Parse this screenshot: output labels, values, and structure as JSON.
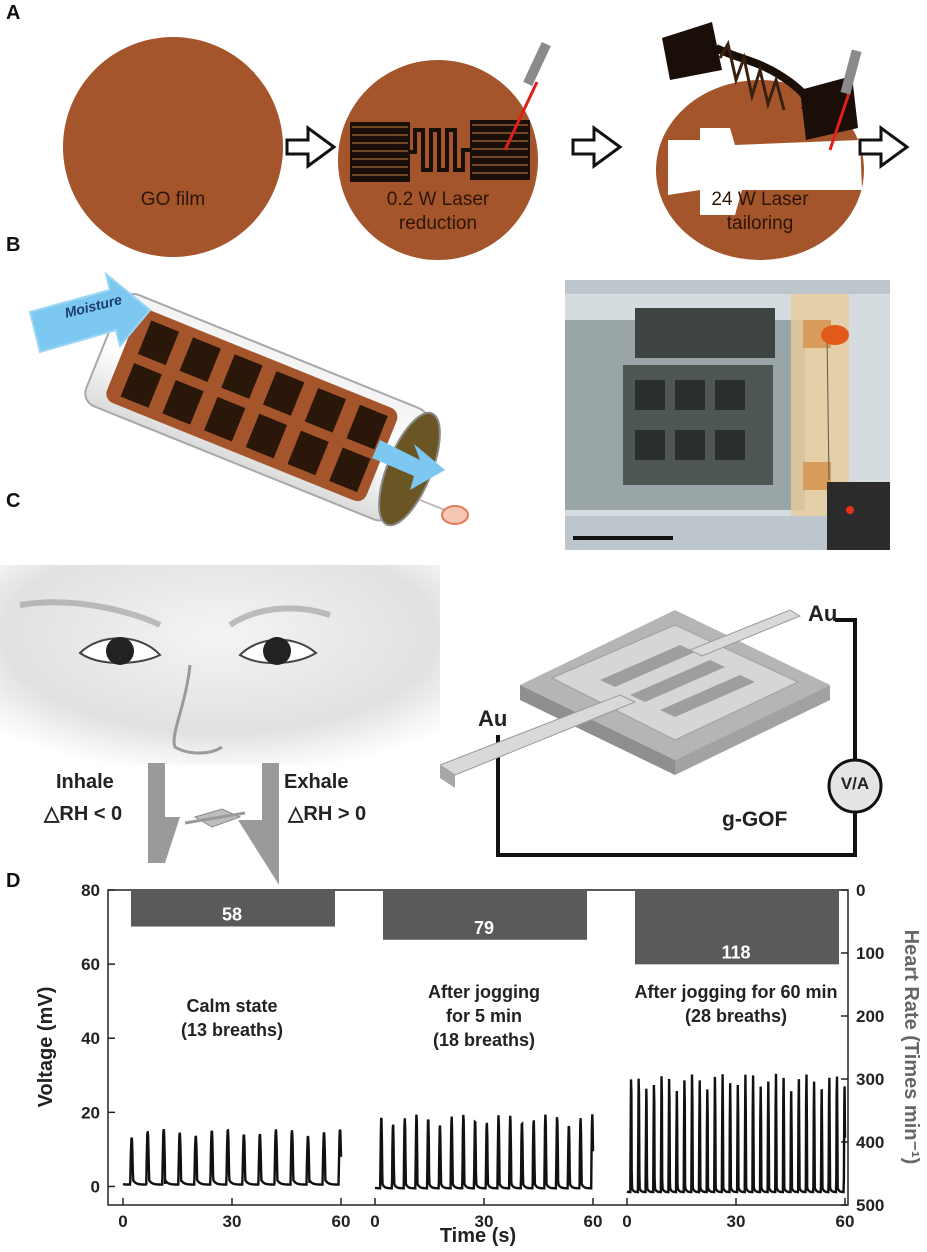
{
  "panels": {
    "a": "A",
    "b": "B",
    "c": "C",
    "d": "D"
  },
  "panel_a": {
    "step1": "GO film",
    "step2_line1": "0.2 W Laser",
    "step2_line2": "reduction",
    "step3_line1": "24 W Laser",
    "step3_line2": "tailoring"
  },
  "panel_b": {
    "moisture_label": "Moisture"
  },
  "panel_c": {
    "inhale": "Inhale",
    "inhale_rh": "△RH < 0",
    "exhale": "Exhale",
    "exhale_rh": "△RH > 0",
    "au_top": "Au",
    "au_left": "Au",
    "meter": "V/A",
    "film": "g-GOF"
  },
  "colors": {
    "go_film": "#a4552b",
    "trace": "#111111",
    "heart_bar": "#5a5a5a",
    "sensor_grey": "#c8c8c8"
  },
  "chart_data": {
    "type": "line",
    "xlabel": "Time (s)",
    "ylabel": "Voltage (mV)",
    "y2label": "Heart Rate (Times min⁻¹)",
    "ylim": [
      -5,
      80
    ],
    "y2lim": [
      0,
      500
    ],
    "y2_inverted": true,
    "yticks": [
      0,
      20,
      40,
      60,
      80
    ],
    "y2ticks": [
      0,
      100,
      200,
      300,
      400,
      500
    ],
    "xticks": [
      0,
      30,
      60
    ],
    "segments": [
      {
        "label_line1": "Calm state",
        "label_line2": "(13 breaths)",
        "label_line3": "",
        "breaths": 13,
        "heart_rate": 58,
        "peak_mV": 15,
        "baseline_mV": 0.5,
        "duration_s": 60
      },
      {
        "label_line1": "After jogging",
        "label_line2": "for 5 min",
        "label_line3": "(18 breaths)",
        "breaths": 18,
        "heart_rate": 79,
        "peak_mV": 20,
        "baseline_mV": -0.5,
        "duration_s": 60
      },
      {
        "label_line1": "After jogging for 60 min",
        "label_line2": "(28 breaths)",
        "label_line3": "",
        "breaths": 28,
        "heart_rate": 118,
        "peak_mV": 32,
        "baseline_mV": -1.5,
        "duration_s": 60
      }
    ]
  }
}
